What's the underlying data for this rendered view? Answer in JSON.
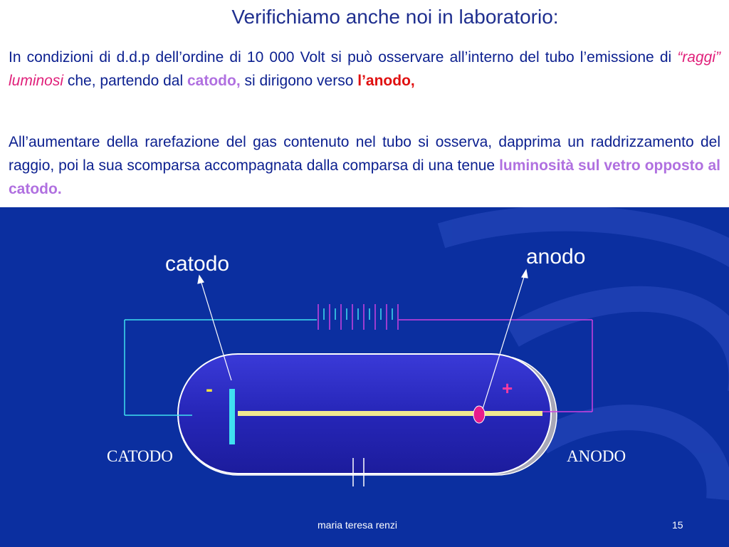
{
  "slide": {
    "title": "Verifichiamo anche noi in laboratorio:",
    "paragraph1": {
      "part1": "In condizioni di d.d.p dell’ordine di 10 000 Volt si può osservare all’interno del tubo l’emissione di ",
      "em1": "“raggi” luminosi",
      "part2": " che, partendo dal ",
      "em2": "catodo,",
      "part3": " si dirigono verso ",
      "em3": "l’anodo",
      "part4": ","
    },
    "paragraph2": {
      "part1": "All’aumentare della rarefazione del gas contenuto nel tubo si osserva, dapprima un raddrizzamento del raggio, poi la sua scomparsa accompagnata dalla comparsa  di  una tenue ",
      "em1": "luminosità sul vetro opposto al catodo."
    }
  },
  "diagram": {
    "label_catodo": "catodo",
    "label_anodo": "anodo",
    "label_CATODO": "CATODO",
    "label_ANODO": "ANODO",
    "sign_minus": "-",
    "sign_plus": "+"
  },
  "footer": {
    "author": "maria teresa renzi",
    "page": "15"
  },
  "colors": {
    "panel_bg": "#0b2fa0",
    "text_blue": "#0b1f8f",
    "accent_pink": "#e0207a",
    "accent_purple": "#b070e0",
    "accent_red": "#e01010",
    "beam_yellow": "#f0e890",
    "cathode_cyan": "#40e0f0"
  }
}
